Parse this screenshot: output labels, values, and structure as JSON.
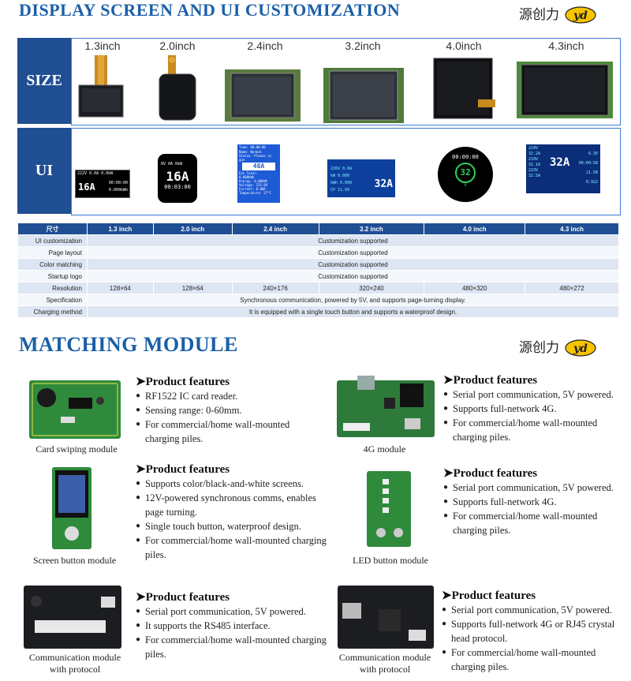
{
  "header": {
    "title": "DISPLAY SCREEN AND UI CUSTOMIZATION",
    "logo_text": "源创力"
  },
  "size_row_label": "SIZE",
  "ui_row_label": "UI",
  "sizes": [
    "1.3inch",
    "2.0inch",
    "2.4inch",
    "3.2inch",
    "4.0inch",
    "4.3inch"
  ],
  "ui_screens": {
    "s13": {
      "top": "222V   0.0A   0.0kW",
      "big": "16A",
      "time": "00:00:00",
      "kwh": "0.000kWh"
    },
    "s20": {
      "top": "8V    0A    0kW",
      "big": "16A",
      "time": "00:03:00"
    },
    "s24": {
      "l1": "Time: 00:00:00",
      "l2": "Name: Normal",
      "l3": "Status: Please in gun",
      "big": "48A",
      "l4": "Ext Total:",
      "l5": "0.000kWh",
      "l6": "Energy: 0.00kWh",
      "l7": "Voltage: 225.8V",
      "l8": "Current: 0.00A",
      "l9": "Temperature: 27°C"
    },
    "s32": {
      "big": "32A",
      "rows": [
        "226V  0.0A",
        "kW   0.000",
        "kWh  0.000",
        "CP   11.9V"
      ]
    },
    "s40": {
      "time": "00:00:00",
      "big": "32",
      "unit": "A"
    },
    "s43": {
      "big": "32A",
      "left": [
        "224V",
        "32.2A",
        "219V",
        "32.1A",
        "223V",
        "32.5A"
      ],
      "right": [
        "6.3V",
        "00:00:58",
        "21.58",
        "0.922"
      ]
    }
  },
  "table": {
    "header": [
      "尺寸",
      "1.3 inch",
      "2.0 inch",
      "2.4 inch",
      "3.2 inch",
      "4.0 inch",
      "4.3 inch"
    ],
    "rows": [
      {
        "label": "UI customization",
        "span": "Customization supported"
      },
      {
        "label": "Page layout",
        "span": "Customization supported"
      },
      {
        "label": "Color matching",
        "span": "Customization supported"
      },
      {
        "label": "Startup logo",
        "span": "Customization supported"
      },
      {
        "label": "Resolution",
        "cells": [
          "128×64",
          "128×64",
          "240×176",
          "320×240",
          "480×320",
          "480×272"
        ]
      },
      {
        "label": "Specification",
        "span": "Synchronous communication, powered by 5V, and supports page-turning display."
      },
      {
        "label": "Charging method",
        "span": "It is equipped with a single touch button and supports a waterproof design."
      }
    ]
  },
  "matching": {
    "title": "MATCHING MODULE",
    "logo_text": "源创力"
  },
  "modules": [
    {
      "caption": "Card swiping module",
      "title": "➤Product features",
      "items": [
        "RF1522 IC card reader.",
        "Sensing range: 0-60mm.",
        "For commercial/home wall-mounted charging piles."
      ]
    },
    {
      "caption": "4G module",
      "title": "➤Product features",
      "items": [
        "Serial port communication, 5V powered.",
        "Supports full-network 4G.",
        "For commercial/home wall-mounted charging piles."
      ]
    },
    {
      "caption": "Screen button module",
      "title": "➤Product features",
      "items": [
        "Supports color/black-and-white screens.",
        "12V-powered synchronous comms, enables page turning.",
        "Single touch button, waterproof design.",
        "For commercial/home wall-mounted charging piles."
      ]
    },
    {
      "caption": "LED button module",
      "title": "➤Product features",
      "items": [
        "Serial port communication, 5V powered.",
        "Supports full-network 4G.",
        "For commercial/home wall-mounted charging piles."
      ]
    },
    {
      "caption": "Communication module with protocol",
      "title": "➤Product features",
      "items": [
        "Serial port communication, 5V powered.",
        "It supports the RS485 interface.",
        "For commercial/home wall-mounted charging piles."
      ]
    },
    {
      "caption": "Communication module with protocol",
      "title": "➤Product features",
      "items": [
        "Serial port communication, 5V powered.",
        "Supports full-network 4G or RJ45 crystal head protocol.",
        "For commercial/home wall-mounted charging piles."
      ]
    }
  ]
}
